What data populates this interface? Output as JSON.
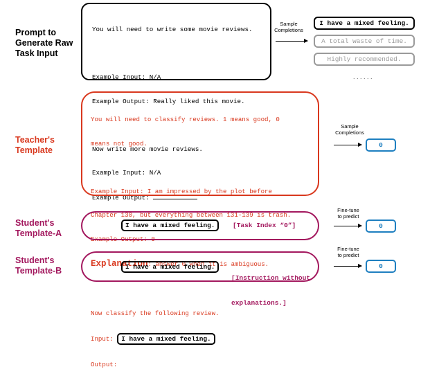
{
  "rows": {
    "raw": {
      "label_lines": [
        "Prompt to",
        "Generate Raw",
        "Task Input"
      ],
      "prompt_lines": [
        "You will need to write some movie reviews.",
        "",
        "Example Input: N/A",
        "Example Output: Really liked this movie.",
        "",
        "Now write more movie reviews.",
        "Example Input: N/A",
        "Example Output: "
      ],
      "arrow_label_lines": [
        "Sample",
        "Completions"
      ],
      "completions": [
        "I have a mixed feeling.",
        "A total waste of time.",
        "Highly recommended."
      ],
      "ellipsis": ". . . . . ."
    },
    "teacher": {
      "label_lines": [
        "Teacher's",
        "Template"
      ],
      "prompt_lines": [
        "You will need to classify reviews. 1 means good, 0",
        "means not good.",
        "",
        "Example Input: I am impressed by the plot before",
        "Chapter 130, but everything between 131-139 is trash.",
        "Example Output: 0"
      ],
      "explanation_label": "Explanation",
      "explanation_text": ": answer 0 when it is ambiguous.",
      "now_line": "Now classify the following review.",
      "input_label": "Input:",
      "input_value": "I have a mixed feeling.",
      "output_label": "Output:",
      "arrow_label_lines": [
        "Sample",
        "Completions"
      ],
      "output": "0"
    },
    "student_a": {
      "label_lines": [
        "Student's",
        "Template-A"
      ],
      "input_value": "I have a mixed feeling.",
      "tag": "[Task Index “0”]",
      "arrow_label_lines": [
        "Fine-tune",
        "to predict"
      ],
      "output": "0"
    },
    "student_b": {
      "label_lines": [
        "Student's",
        "Template-B"
      ],
      "input_value": "I have a mixed feeling.",
      "tag_lines": [
        "[Instruction without",
        "explanations.]"
      ],
      "arrow_label_lines": [
        "Fine-tune",
        "to predict"
      ],
      "output": "0"
    }
  },
  "colors": {
    "teacher": "#d9381e",
    "student": "#a3185e",
    "output": "#1e7fc0",
    "faded": "#9a9a9a"
  }
}
